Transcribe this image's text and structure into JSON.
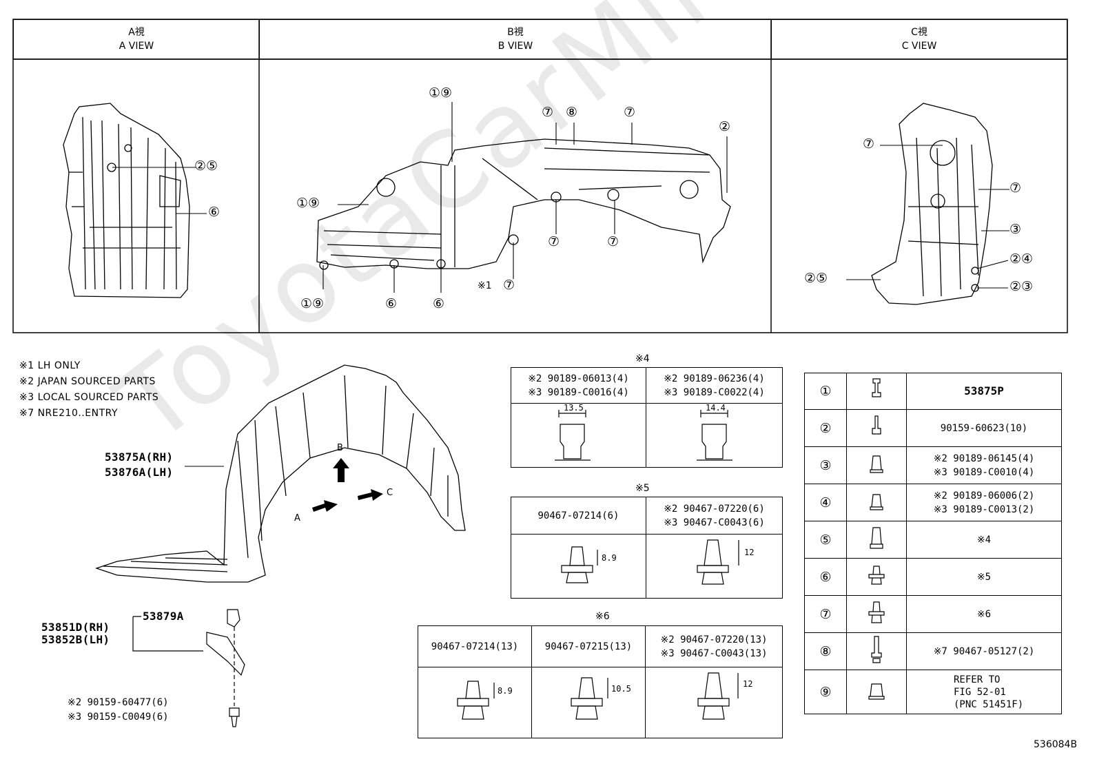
{
  "views": [
    {
      "jp": "A視",
      "en": "A VIEW"
    },
    {
      "jp": "B視",
      "en": "B VIEW"
    },
    {
      "jp": "C視",
      "en": "C VIEW"
    }
  ],
  "callouts": {
    "a": [
      "②⑤",
      "⑥"
    ],
    "b": [
      "①⑨",
      "①⑨",
      "①⑨",
      "⑦",
      "⑧",
      "⑦",
      "②",
      "⑦",
      "⑦",
      "⑥",
      "⑥",
      "※1",
      "⑦"
    ],
    "c": [
      "⑦",
      "⑦",
      "③",
      "②④",
      "②③",
      "②⑤"
    ]
  },
  "notes": [
    "※1 LH ONLY",
    "※2 JAPAN SOURCED PARTS",
    "※3 LOCAL SOURCED PARTS",
    "※7 NRE210..ENTRY"
  ],
  "parts": {
    "liner": [
      "53875A(RH)",
      "53876A(LH)"
    ],
    "clip": "53879A",
    "bracket": [
      "53851D(RH)",
      "53852B(LH)"
    ],
    "screw": [
      "※2 90159-60477(6)",
      "※3 90159-C0049(6)"
    ],
    "arrows": [
      "A",
      "B",
      "C"
    ]
  },
  "s4": {
    "title": "※4",
    "col1": [
      "※2 90189-06013(4)",
      "※3 90189-C0016(4)"
    ],
    "col2": [
      "※2 90189-06236(4)",
      "※3 90189-C0022(4)"
    ],
    "dim1": "13.5",
    "dim2": "14.4"
  },
  "s5": {
    "title": "※5",
    "col1": "90467-07214(6)",
    "col2": [
      "※2 90467-07220(6)",
      "※3 90467-C0043(6)"
    ],
    "dim1": "8.9",
    "dim2": "12"
  },
  "s6": {
    "title": "※6",
    "col1": "90467-07214(13)",
    "col2": "90467-07215(13)",
    "col3": [
      "※2 90467-07220(13)",
      "※3 90467-C0043(13)"
    ],
    "dim1": "8.9",
    "dim2": "10.5",
    "dim3": "12"
  },
  "legend": [
    {
      "num": "①",
      "icon": "screw-icon",
      "part": "53875P"
    },
    {
      "num": "②",
      "icon": "screw-icon",
      "part": "90159-60623(10)"
    },
    {
      "num": "③",
      "icon": "nut-icon",
      "part": "※2 90189-06145(4)\n※3 90189-C0010(4)"
    },
    {
      "num": "④",
      "icon": "nut-icon",
      "part": "※2 90189-06006(2)\n※3 90189-C0013(2)"
    },
    {
      "num": "⑤",
      "icon": "nut-icon",
      "part": "※4"
    },
    {
      "num": "⑥",
      "icon": "clip-icon",
      "part": "※5"
    },
    {
      "num": "⑦",
      "icon": "clip-icon",
      "part": "※6"
    },
    {
      "num": "⑧",
      "icon": "rivet-icon",
      "part": "※7 90467-05127(2)"
    },
    {
      "num": "⑨",
      "icon": "nut-icon",
      "part": "REFER TO\nFIG 52-01\n(PNC 51451F)"
    }
  ],
  "figure_id": "536084B",
  "watermark": "ToyotaCarMine.ru"
}
